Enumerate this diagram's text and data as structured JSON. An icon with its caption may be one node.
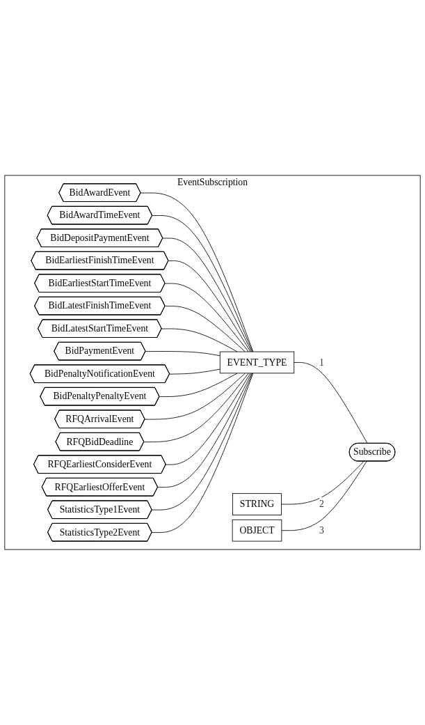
{
  "diagram": {
    "nodes": [
      {
        "text": [
          "EventSubscription"
        ]
      },
      {
        "text": [
          "Subscribe"
        ],
        "in": 0
      },
      {
        "text": [
          "EVENT_TYPE"
        ],
        "in": 0
      },
      {
        "text": [
          "STRING"
        ],
        "in": 0
      },
      {
        "text": [
          "OBJECT"
        ],
        "in": 0
      },
      {
        "text": [
          "BidAwardEvent"
        ],
        "in": 0
      },
      {
        "text": [
          "BidAwardTimeEvent"
        ],
        "in": 0
      },
      {
        "text": [
          "BidDepositPaymentEvent"
        ],
        "in": 0
      },
      {
        "text": [
          "BidEarliestFinishTimeEvent"
        ],
        "in": 0
      },
      {
        "text": [
          "BidEarliestStartTimeEvent"
        ],
        "in": 0
      },
      {
        "text": [
          "BidLatestFinishTimeEvent"
        ],
        "in": 0
      },
      {
        "text": [
          "BidLatestStartTimeEvent"
        ],
        "in": 0
      },
      {
        "text": [
          "BidPaymentEvent"
        ],
        "in": 0
      },
      {
        "text": [
          "BidPenaltyNotificationEvent"
        ],
        "in": 0
      },
      {
        "text": [
          "BidPenaltyPenaltyEvent"
        ],
        "in": 0
      },
      {
        "text": [
          "RFQArrivalEvent"
        ],
        "in": 0
      },
      {
        "text": [
          "RFQBidDeadline"
        ],
        "in": 0
      },
      {
        "text": [
          "RFQEarliestConsiderEvent"
        ],
        "in": 0
      },
      {
        "text": [
          "RFQEarliestOfferEvent"
        ],
        "in": 0
      },
      {
        "text": [
          "StatisticsType1Event"
        ],
        "in": 0
      },
      {
        "text": [
          "StatisticsType2Event"
        ],
        "in": 0
      }
    ],
    "edges": [
      {
        "from": 1,
        "to": 2,
        "arrow": "none",
        "label": "1"
      },
      {
        "from": 1,
        "to": 3,
        "arrow": "none",
        "label": "2"
      },
      {
        "from": 1,
        "to": 4,
        "arrow": "none",
        "label": "3"
      },
      {
        "from": 2,
        "to": 5,
        "arrow": "none"
      },
      {
        "from": 2,
        "to": 6,
        "arrow": "none"
      },
      {
        "from": 2,
        "to": 7,
        "arrow": "none"
      },
      {
        "from": 2,
        "to": 8,
        "arrow": "none"
      },
      {
        "from": 2,
        "to": 9,
        "arrow": "none"
      },
      {
        "from": 2,
        "to": 10,
        "arrow": "none"
      },
      {
        "from": 2,
        "to": 11,
        "arrow": "none"
      },
      {
        "from": 2,
        "to": 12,
        "arrow": "none"
      },
      {
        "from": 2,
        "to": 13,
        "arrow": "none"
      },
      {
        "from": 2,
        "to": 14,
        "arrow": "none"
      },
      {
        "from": 2,
        "to": 15,
        "arrow": "none"
      },
      {
        "from": 2,
        "to": 16,
        "arrow": "none"
      },
      {
        "from": 2,
        "to": 17,
        "arrow": "none"
      },
      {
        "from": 2,
        "to": 18,
        "arrow": "none"
      },
      {
        "from": 2,
        "to": 19,
        "arrow": "none"
      },
      {
        "from": 2,
        "to": 20,
        "arrow": "none"
      }
    ]
  }
}
